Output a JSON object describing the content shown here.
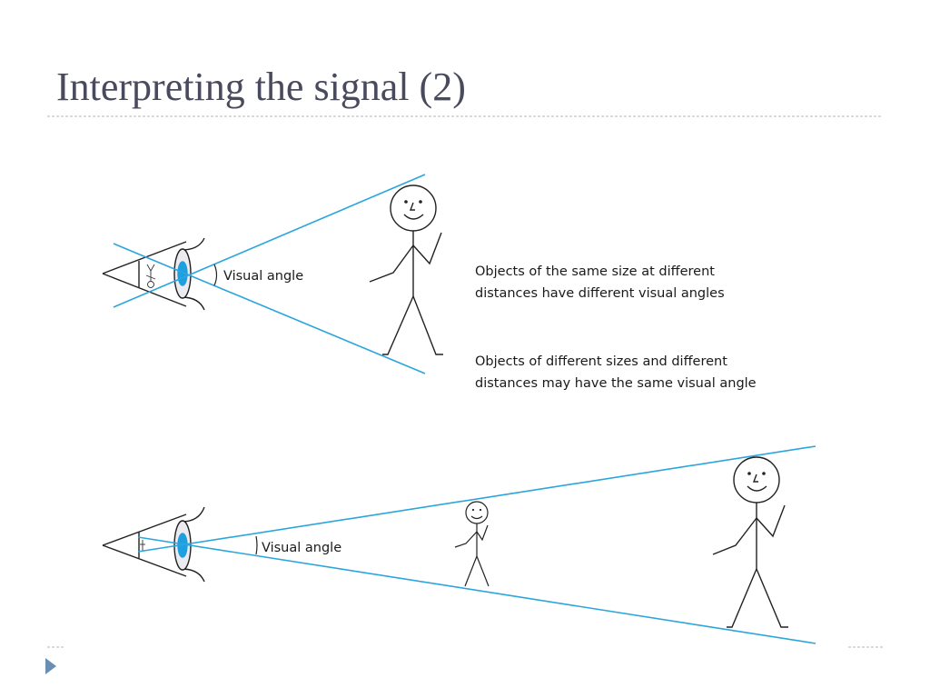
{
  "title": "Interpreting the signal (2)",
  "diagram_top": {
    "angle_label": "Visual angle"
  },
  "notes": [
    "Objects of the same size at different",
    "distances have different visual angles",
    "Objects of different sizes and different",
    "distances may have the same visual angle"
  ],
  "diagram_bottom": {
    "angle_label": "Visual angle"
  },
  "colors": {
    "sight_line": "#2aa5de",
    "lens": "#1e9fe0",
    "title": "#4a4a5e",
    "nav_arrow": "#6a8fb5"
  },
  "icons": {
    "nav": "next-slide-arrow-icon"
  }
}
